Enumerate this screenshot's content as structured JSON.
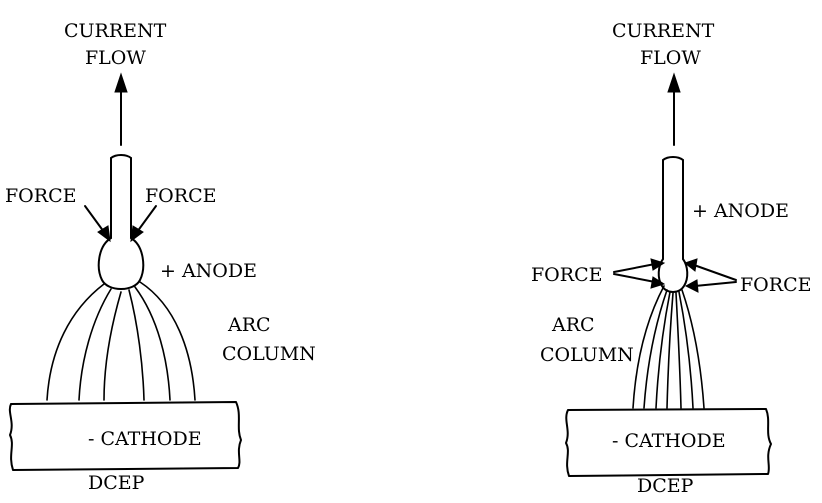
{
  "diagrams": [
    {
      "current_flow": [
        "CURRENT",
        "FLOW"
      ],
      "force_left": "FORCE",
      "force_right": "FORCE",
      "anode": "+ ANODE",
      "arc_column": [
        "ARC",
        "COLUMN"
      ],
      "cathode": "- CATHODE",
      "polarity": "DCEP"
    },
    {
      "current_flow": [
        "CURRENT",
        "FLOW"
      ],
      "anode": "+ ANODE",
      "force_left": "FORCE",
      "force_right": "FORCE",
      "arc_column": [
        "ARC",
        "COLUMN"
      ],
      "cathode": "- CATHODE",
      "polarity": "DCEP"
    }
  ]
}
